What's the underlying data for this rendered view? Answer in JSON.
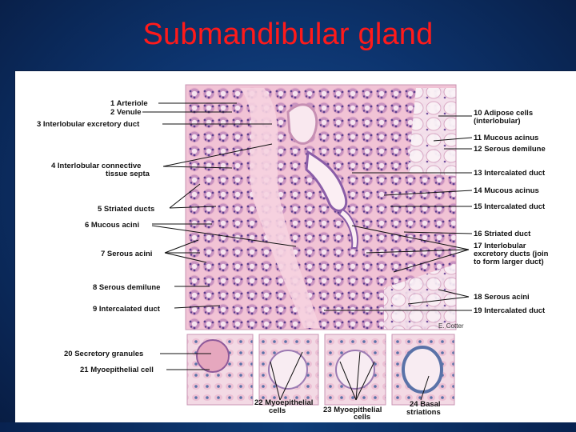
{
  "slide": {
    "title": "Submandibular gland"
  },
  "labels": {
    "l1": "1 Arteriole",
    "l2": "2 Venule",
    "l3": "3 Interlobular excretory duct",
    "l4a": "4 Interlobular connective",
    "l4b": "tissue septa",
    "l5": "5 Striated ducts",
    "l6": "6 Mucous acini",
    "l7": "7 Serous acini",
    "l8": "8 Serous demilune",
    "l9": "9 Intercalated duct",
    "l10a": "10 Adipose cells",
    "l10b": "(interlobular)",
    "l11": "11 Mucous acinus",
    "l12": "12 Serous demilune",
    "l13": "13 Intercalated duct",
    "l14": "14 Mucous acinus",
    "l15": "15 Intercalated duct",
    "l16": "16 Striated duct",
    "l17a": "17 Interlobular",
    "l17b": "excretory ducts (join",
    "l17c": "to form larger duct)",
    "l18": "18 Serous acini",
    "l19": "19 Intercalated duct",
    "l20": "20 Secretory granules",
    "l21": "21 Myoepithelial cell",
    "l22a": "22 Myoepithelial",
    "l22b": "cells",
    "l23a": "23 Myoepithelial",
    "l23b": "cells",
    "l24a": "24 Basal",
    "l24b": "striations",
    "credit": "E. Cotter"
  },
  "colors": {
    "title": "#ff1a1a",
    "tissue_base": "#f2c6d6",
    "nuclei": "#6e4f9e",
    "mucous": "#f7eef4"
  }
}
